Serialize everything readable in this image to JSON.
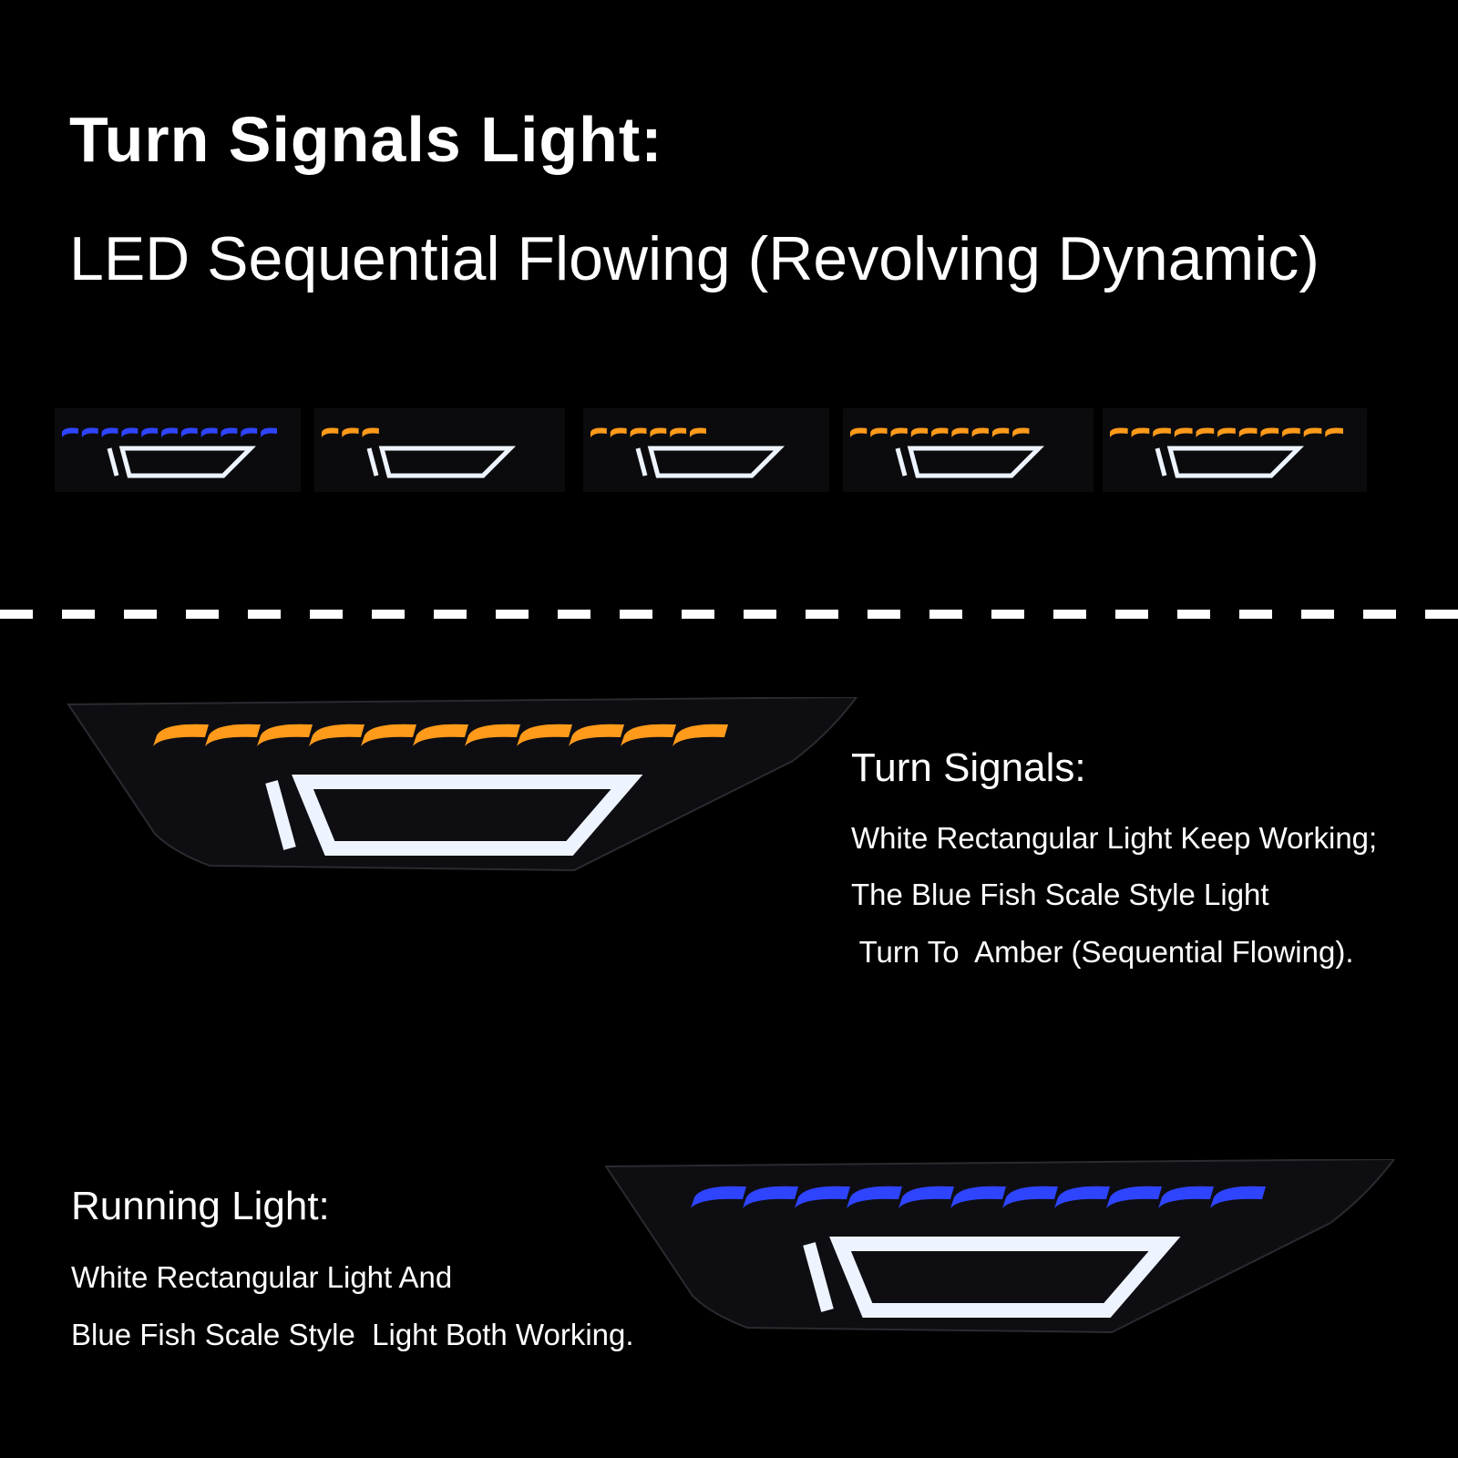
{
  "header": {
    "title": "Turn Signals Light:",
    "subtitle": "LED Sequential Flowing (Revolving Dynamic)"
  },
  "sequence": {
    "stages": [
      {
        "color": "blue",
        "lit_segments": 11
      },
      {
        "color": "amber",
        "lit_segments": 3
      },
      {
        "color": "amber",
        "lit_segments": 6
      },
      {
        "color": "amber",
        "lit_segments": 9
      },
      {
        "color": "amber",
        "lit_segments": 11
      }
    ]
  },
  "turn_section": {
    "heading": "Turn Signals:",
    "lines": [
      "White Rectangular Light Keep Working;",
      "The Blue Fish Scale Style Light",
      " Turn To  Amber (Sequential Flowing)."
    ]
  },
  "running_section": {
    "heading": "Running Light:",
    "lines": [
      "White Rectangular Light And",
      "Blue Fish Scale Style  Light Both Working."
    ]
  },
  "colors": {
    "background": "#000000",
    "text": "#ffffff",
    "amber": "#ff9a1a",
    "blue": "#2f44ff",
    "white_light": "#eef4ff"
  }
}
